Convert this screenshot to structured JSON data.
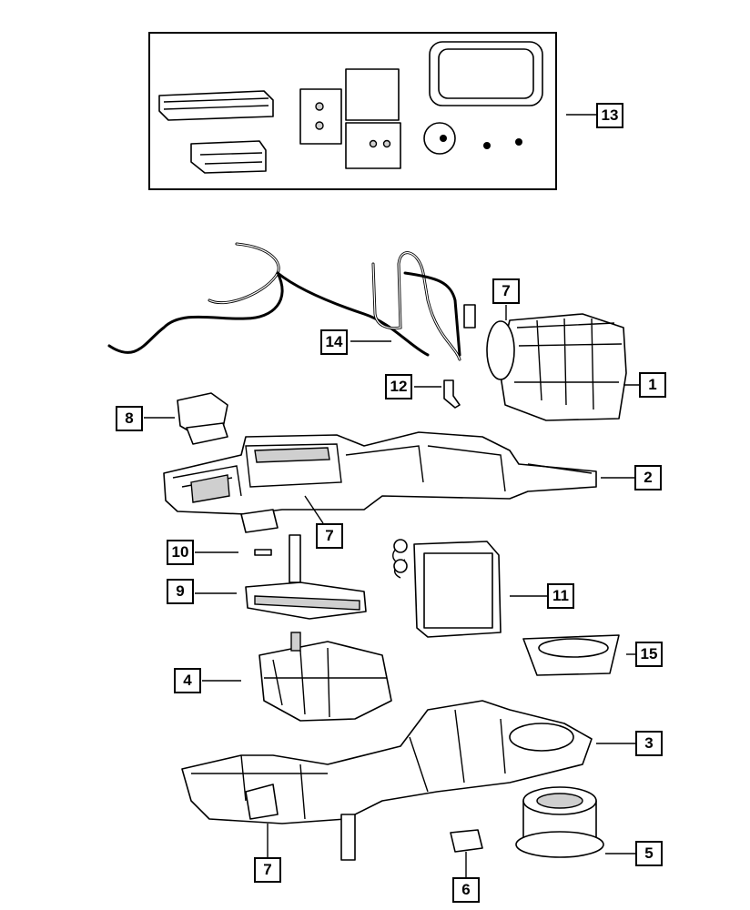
{
  "diagram": {
    "type": "exploded parts diagram",
    "colors": {
      "line": "#000000",
      "background": "#ffffff"
    },
    "callouts": [
      {
        "id": "c13",
        "label": "13"
      },
      {
        "id": "c7a",
        "label": "7"
      },
      {
        "id": "c14",
        "label": "14"
      },
      {
        "id": "c1",
        "label": "1"
      },
      {
        "id": "c12",
        "label": "12"
      },
      {
        "id": "c8",
        "label": "8"
      },
      {
        "id": "c2",
        "label": "2"
      },
      {
        "id": "c7b",
        "label": "7"
      },
      {
        "id": "c10",
        "label": "10"
      },
      {
        "id": "c9",
        "label": "9"
      },
      {
        "id": "c11",
        "label": "11"
      },
      {
        "id": "c15",
        "label": "15"
      },
      {
        "id": "c4",
        "label": "4"
      },
      {
        "id": "c3",
        "label": "3"
      },
      {
        "id": "c5",
        "label": "5"
      },
      {
        "id": "c7c",
        "label": "7"
      },
      {
        "id": "c6",
        "label": "6"
      }
    ]
  }
}
